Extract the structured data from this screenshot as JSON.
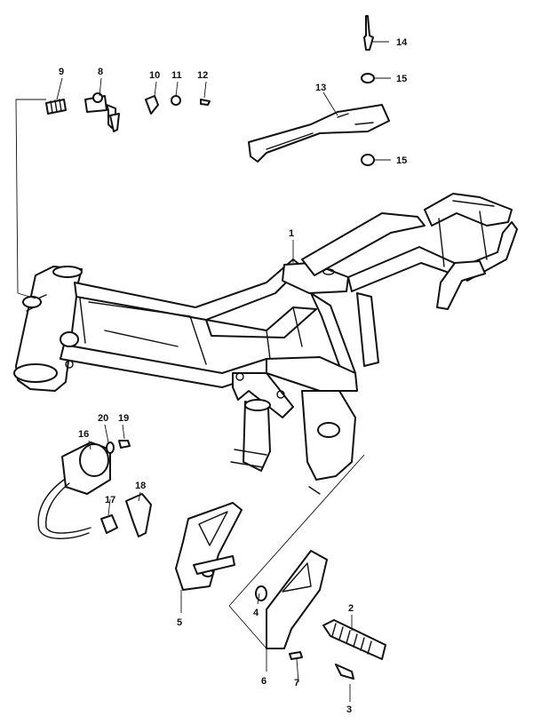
{
  "callouts": [
    {
      "id": "1",
      "label": "1"
    },
    {
      "id": "2",
      "label": "2"
    },
    {
      "id": "3",
      "label": "3"
    },
    {
      "id": "4",
      "label": "4"
    },
    {
      "id": "5",
      "label": "5"
    },
    {
      "id": "6",
      "label": "6"
    },
    {
      "id": "7",
      "label": "7"
    },
    {
      "id": "8",
      "label": "8"
    },
    {
      "id": "9",
      "label": "9"
    },
    {
      "id": "10",
      "label": "10"
    },
    {
      "id": "11",
      "label": "11"
    },
    {
      "id": "12",
      "label": "12"
    },
    {
      "id": "13",
      "label": "13"
    },
    {
      "id": "14",
      "label": "14"
    },
    {
      "id": "15a",
      "label": "15"
    },
    {
      "id": "15b",
      "label": "15"
    },
    {
      "id": "16",
      "label": "16"
    },
    {
      "id": "17",
      "label": "17"
    },
    {
      "id": "18",
      "label": "18"
    },
    {
      "id": "19",
      "label": "19"
    },
    {
      "id": "20",
      "label": "20"
    }
  ]
}
